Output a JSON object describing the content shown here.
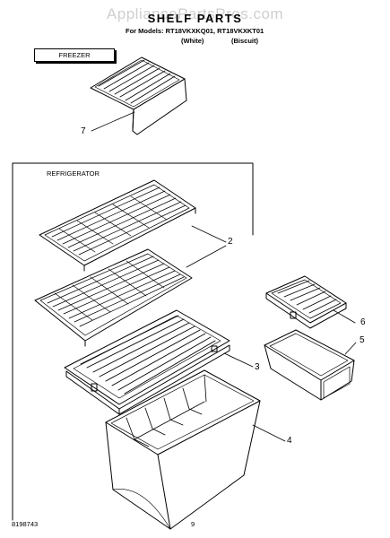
{
  "watermark": "AppliancePartsPros.com",
  "title": "SHELF PARTS",
  "models_line": "For Models: RT18VKXKQ01, RT18VKXKT01",
  "model_white": "(White)",
  "model_biscuit": "(Biscuit)",
  "freezer_label": "FREEZER",
  "refrigerator_label": "REFRIGERATOR",
  "callouts": {
    "c7": "7",
    "c2": "2",
    "c6": "6",
    "c5": "5",
    "c3": "3",
    "c4": "4"
  },
  "footer": {
    "part_number": "8198743",
    "page_number": "9"
  },
  "colors": {
    "line": "#000000",
    "watermark": "#cfcfcf"
  }
}
